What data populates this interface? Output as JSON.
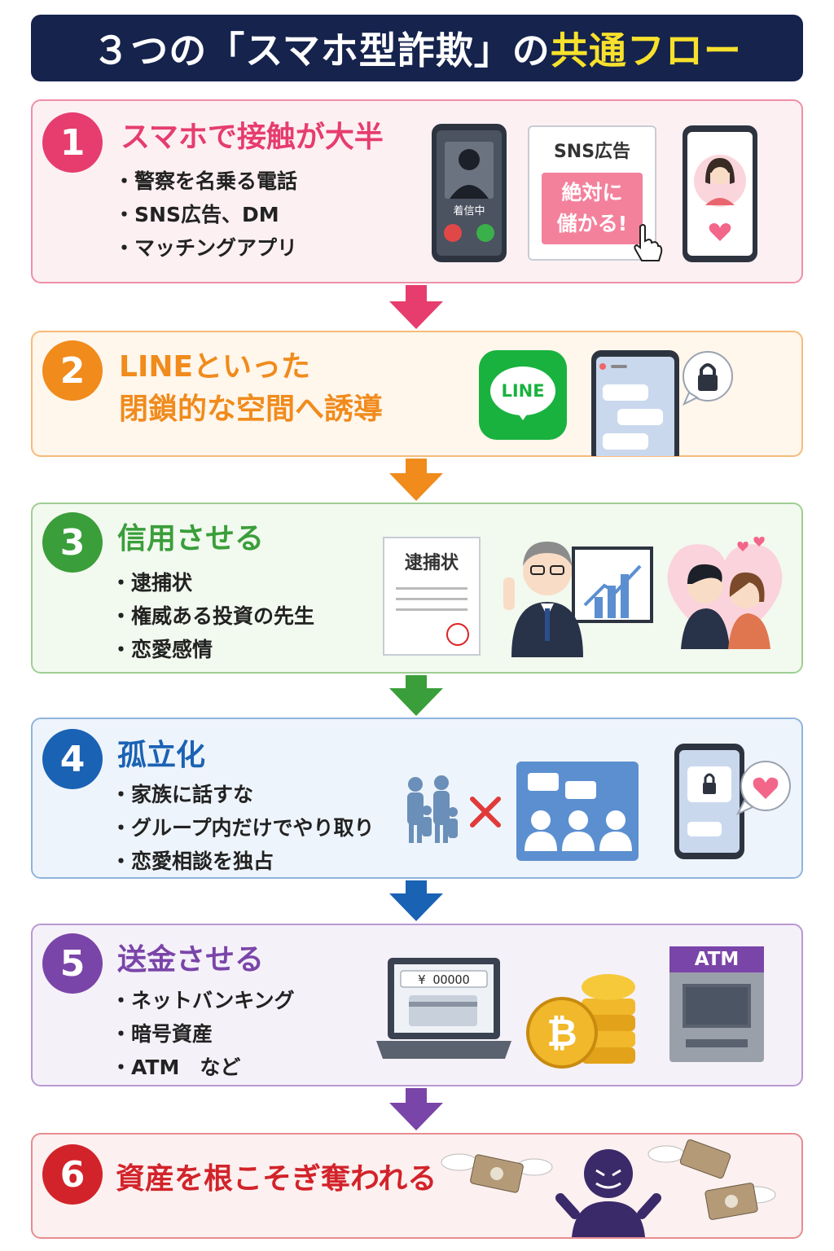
{
  "title": {
    "part1": "３つの「スマホ型詐欺」の",
    "part2": "共通フロー"
  },
  "steps": [
    {
      "number": "1",
      "heading": "スマホで接触が大半",
      "bullets": [
        "警察を名乗る電話",
        "SNS広告、DM",
        "マッチングアプリ"
      ],
      "illustrations": {
        "call_label": "着信中",
        "ad_title": "SNS広告",
        "ad_line1": "絶対に",
        "ad_line2": "儲かる!"
      },
      "color": "#e63d6e",
      "bg": "#fdf0f3"
    },
    {
      "number": "2",
      "heading_line1": "LINEといった",
      "heading_line2": "閉鎖的な空間へ誘導",
      "illustrations": {
        "app_label": "LINE"
      },
      "color": "#f08b1c",
      "bg": "#fff6ec"
    },
    {
      "number": "3",
      "heading": "信用させる",
      "bullets": [
        "逮捕状",
        "権威ある投資の先生",
        "恋愛感情"
      ],
      "illustrations": {
        "doc_title": "逮捕状"
      },
      "color": "#3a9e3a",
      "bg": "#f2f9ef"
    },
    {
      "number": "4",
      "heading": "孤立化",
      "bullets": [
        "家族に話すな",
        "グループ内だけでやり取り",
        "恋愛相談を独占"
      ],
      "color": "#1a62b4",
      "bg": "#eef4fb"
    },
    {
      "number": "5",
      "heading": "送金させる",
      "bullets": [
        "ネットバンキング",
        "暗号資産",
        "ATM　など"
      ],
      "illustrations": {
        "amount": "¥ OOOOO",
        "atm_label": "ATM"
      },
      "color": "#7a45a8",
      "bg": "#f5f1f9"
    },
    {
      "number": "6",
      "heading": "資産を根こそぎ奪われる",
      "color": "#d2232a",
      "bg": "#fcf0f0"
    }
  ]
}
